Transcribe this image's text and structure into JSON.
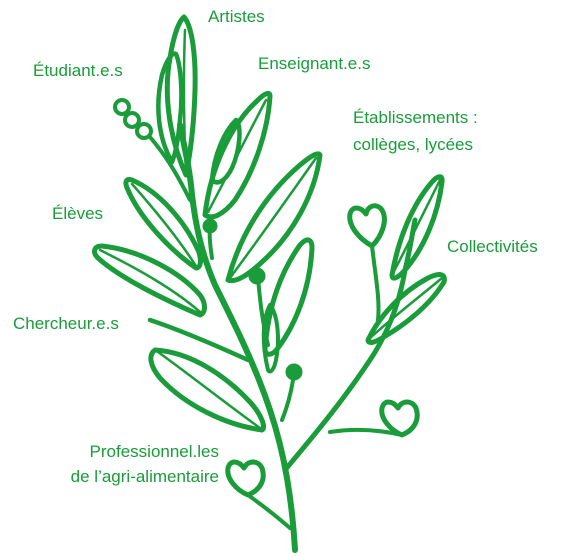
{
  "colors": {
    "green": "#1a9c3a",
    "background": "#ffffff"
  },
  "labels": {
    "artistes": "Artistes",
    "etudiants": "Étudiant.e.s",
    "enseignants": "Enseignant.e.s",
    "etablissements_line1": "Établissements :",
    "etablissements_line2": "collèges, lycées",
    "eleves": "Élèves",
    "collectivites": "Collectivités",
    "chercheurs": "Chercheur.e.s",
    "professionnels_line1": "Professionnel.les",
    "professionnels_line2": "de l’agri-alimentaire"
  }
}
